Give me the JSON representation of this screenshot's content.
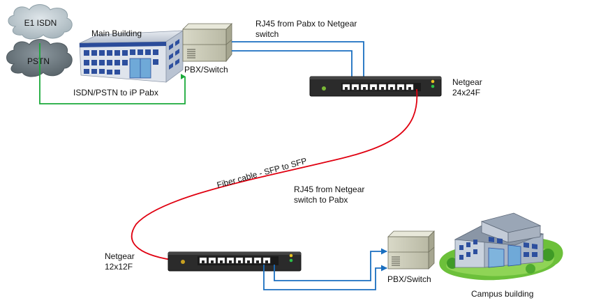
{
  "clouds": {
    "e1_isdn": "E1 ISDN",
    "pstn": "PSTN"
  },
  "main_site": {
    "building_label": "Main Building",
    "pbx_label": "PBX/Switch",
    "isdn_link_label": "ISDN/PSTN to iP Pabx",
    "rj45_label_line1": "RJ45 from Pabx to Netgear",
    "rj45_label_line2": "switch"
  },
  "netgear_main": {
    "label_line1": "Netgear",
    "label_line2": "24x24F"
  },
  "fiber": {
    "label": "Fiber cable - SFP to SFP"
  },
  "campus_site": {
    "rj45_label_line1": "RJ45 from Netgear",
    "rj45_label_line2": "switch to Pabx",
    "netgear_label_line1": "Netgear",
    "netgear_label_line2": "12x12F",
    "pbx_label": "PBX/Switch",
    "building_label": "Campus building"
  },
  "colors": {
    "green_link": "#1aaa3a",
    "blue_link": "#1a6fc0",
    "fiber_red": "#e00010"
  }
}
